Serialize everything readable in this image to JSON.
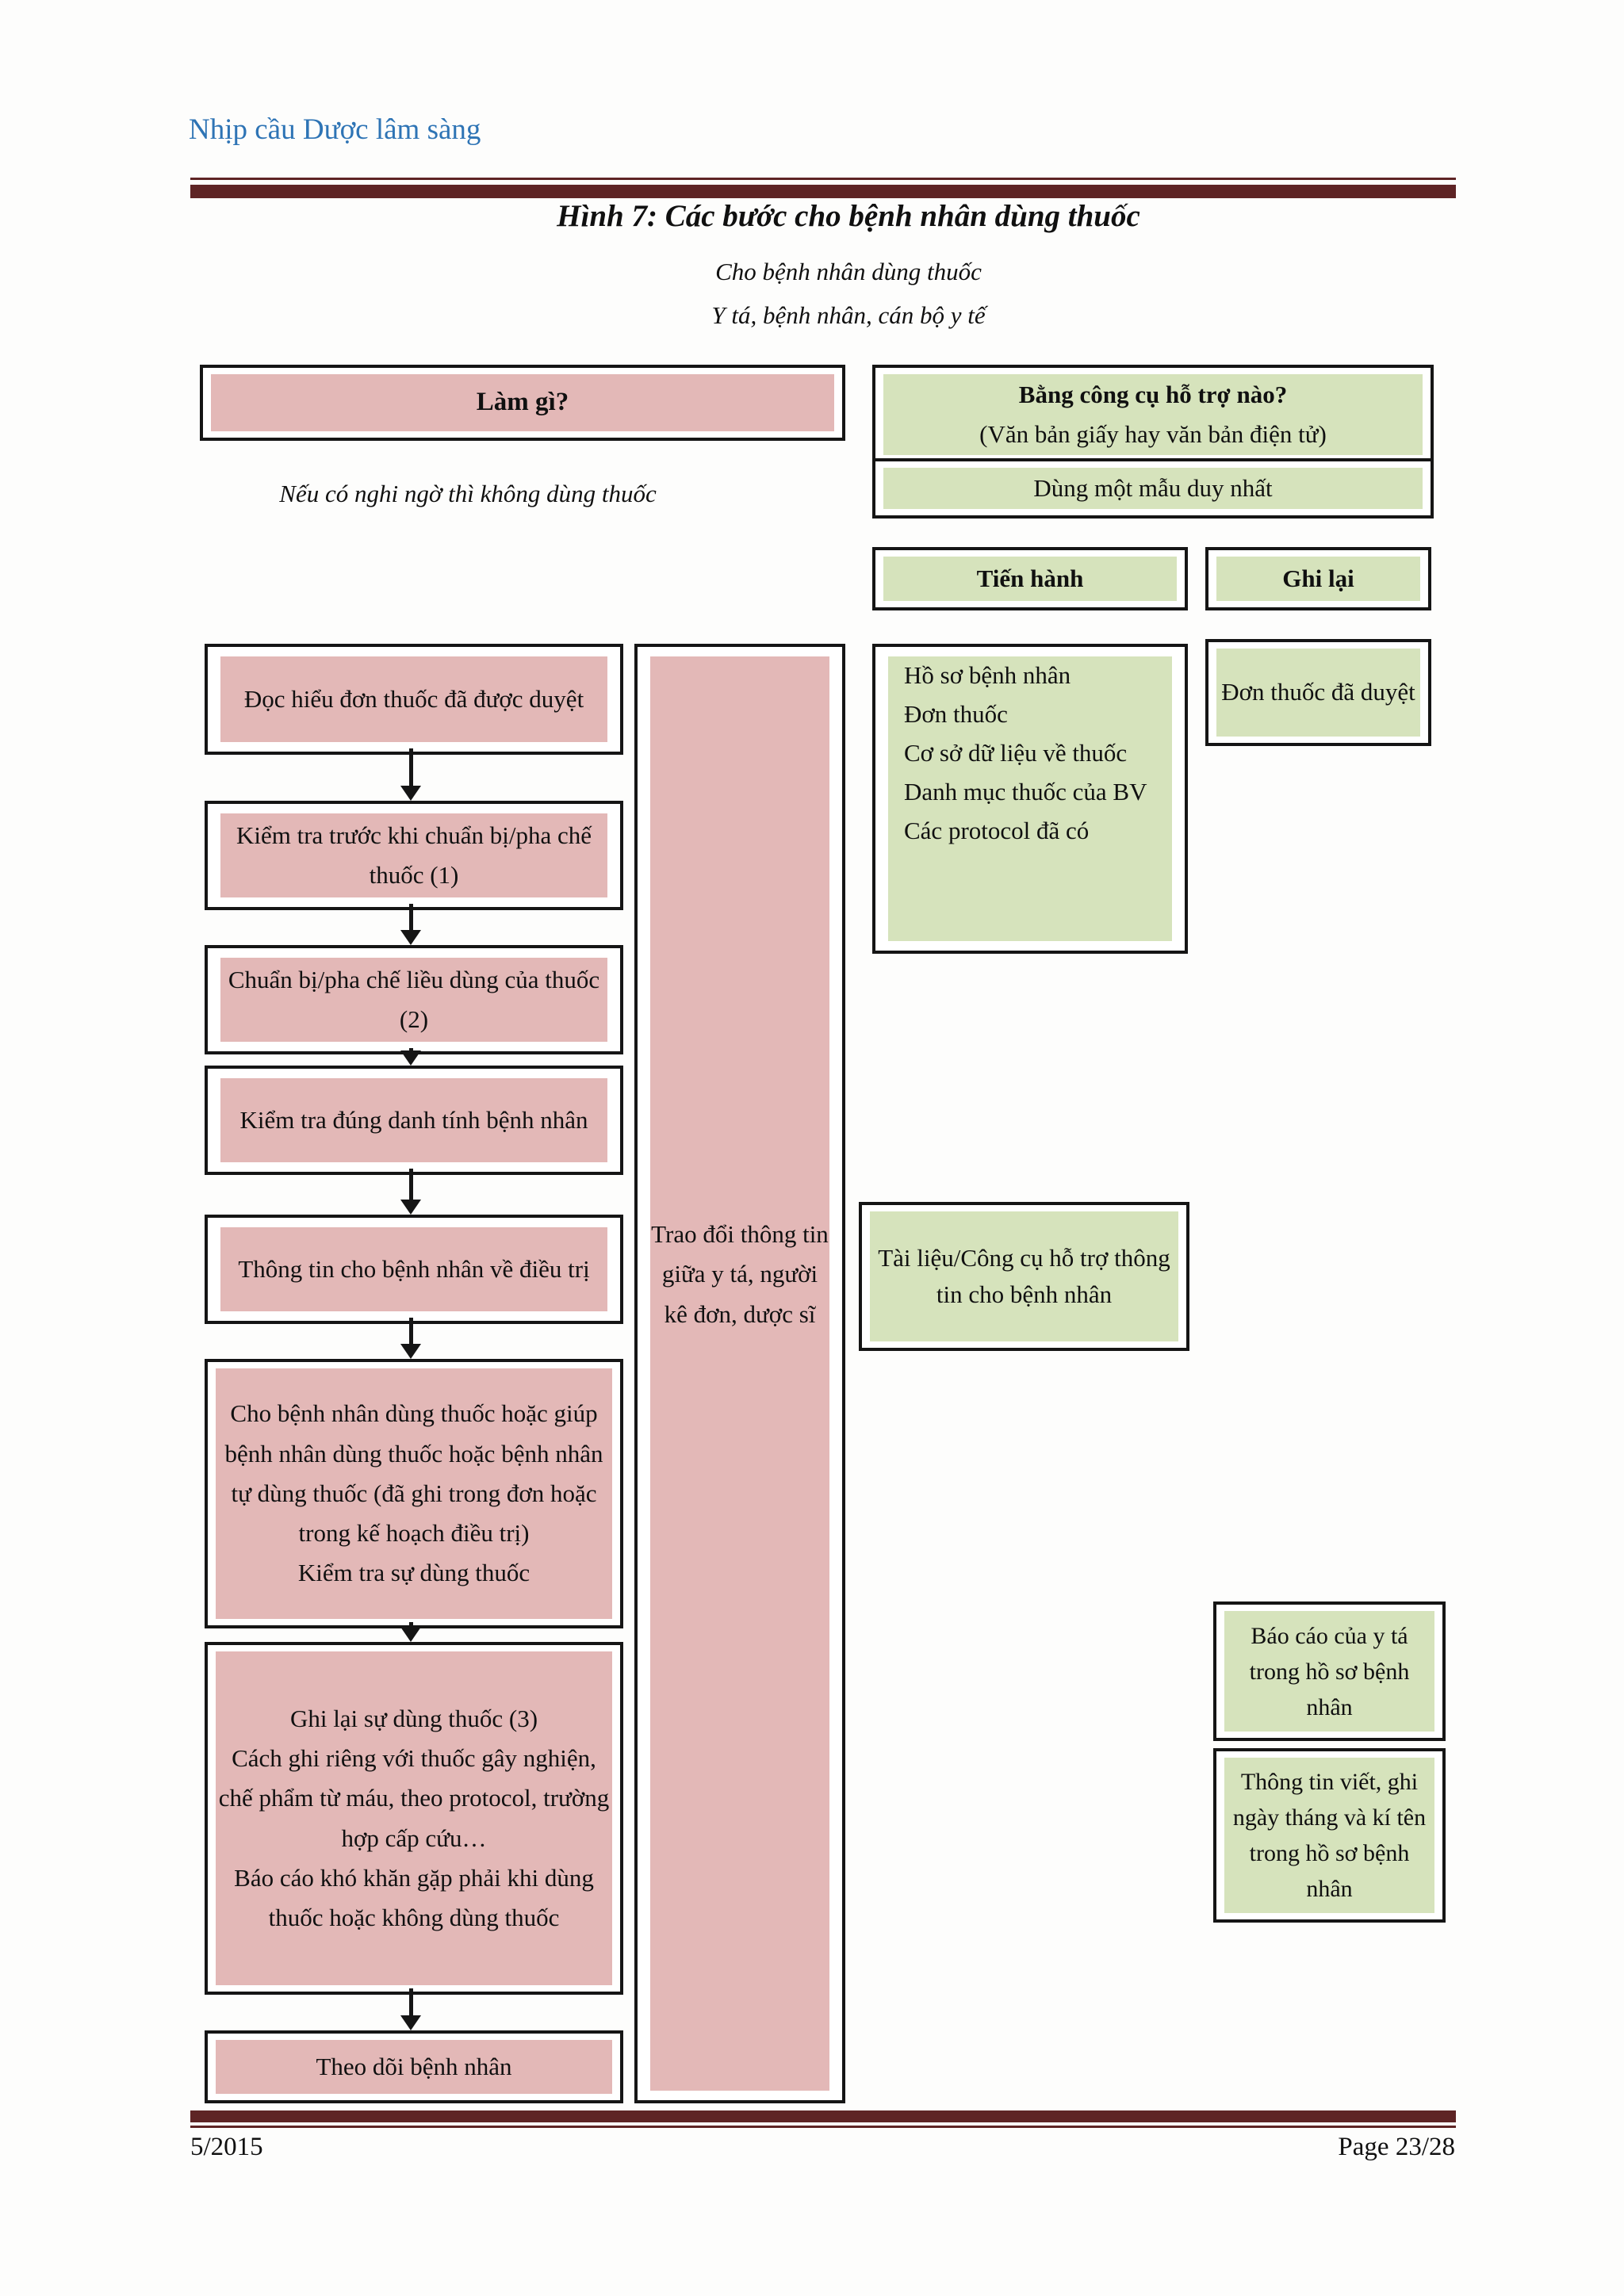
{
  "header": {
    "title": "Nhịp cầu Dược lâm sàng"
  },
  "footer": {
    "left": "5/2015",
    "right": "Page 23/28"
  },
  "figure": {
    "title": "Hình 7: Các bước cho bệnh nhân dùng thuốc",
    "subtitle_1": "Cho bệnh nhân dùng thuốc",
    "subtitle_2": "Y tá, bệnh nhân, cán bộ y tế",
    "note": "Nếu có nghi ngờ thì không dùng thuốc"
  },
  "columns": {
    "what_header": "Làm gì?",
    "tools_header": "Bằng công cụ hỗ trợ nào?",
    "tools_subheader": "(Văn bản giấy hay văn bản điện tử)",
    "single_form": "Dùng một mẫu duy nhất",
    "proceed_header": "Tiến hành",
    "record_header": "Ghi lại"
  },
  "flow": {
    "steps": [
      "Đọc hiểu đơn thuốc đã được duyệt",
      "Kiểm tra trước khi chuẩn bị/pha chế thuốc (1)",
      "Chuẩn bị/pha chế liều dùng của thuốc (2)",
      "Kiểm tra đúng danh tính bệnh nhân",
      "Thông tin cho bệnh nhân về điều trị",
      "Cho bệnh nhân dùng thuốc hoặc giúp bệnh nhân dùng thuốc hoặc bệnh nhân tự dùng thuốc (đã ghi trong đơn hoặc trong kế hoạch điều trị)\nKiểm tra sự dùng thuốc",
      "Ghi lại sự dùng thuốc (3)\nCách ghi riêng với thuốc gây nghiện, chế phẩm từ máu, theo protocol, trường hợp cấp cứu…\nBáo cáo khó khăn gặp phải khi dùng thuốc hoặc không dùng thuốc",
      "Theo dõi bệnh nhân"
    ],
    "exchange": "Trao đổi thông tin giữa y tá, người kê đơn, dược sĩ"
  },
  "proceed": {
    "resources": "Hồ sơ bệnh nhân\nĐơn thuốc\nCơ sở dữ liệu về thuốc\nDanh mục thuốc của BV\nCác protocol đã có",
    "patient_info_tools": "Tài liệu/Công cụ hỗ trợ thông tin cho bệnh nhân"
  },
  "record": {
    "approved_prescription": "Đơn thuốc đã duyệt",
    "nurse_report": "Báo cáo của y tá trong hồ sơ bệnh nhân",
    "written_info": "Thông tin viết, ghi ngày tháng và kí tên trong hồ sơ bệnh nhân"
  },
  "colors": {
    "pink": "#e3b8b7",
    "green": "#d6e3bc",
    "maroon": "#5e2425",
    "blue": "#2e74b5"
  }
}
